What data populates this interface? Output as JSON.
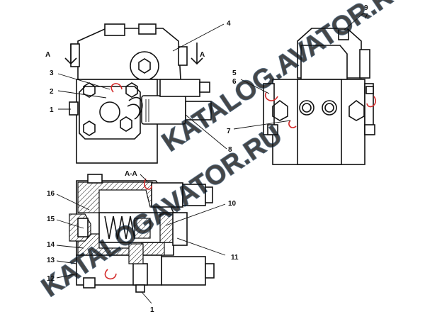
{
  "title": "",
  "section": {
    "label": "A-A",
    "left_marker": "A",
    "right_marker": "A"
  },
  "callouts": {
    "c1_top": "1",
    "c2": "2",
    "c3": "3",
    "c4": "4",
    "c5": "5",
    "c6": "6",
    "c7_side": "7",
    "c7_top": "7",
    "c8": "8",
    "c9": "9",
    "c10": "10",
    "c11": "11",
    "c12": "12",
    "c13": "13",
    "c14": "14",
    "c15": "15",
    "c16": "16",
    "c1_bottom": "1"
  },
  "watermark": {
    "text_upper": "KATALOG.AVATOR.RU",
    "text_lower": "KATALOGAVATOR.RU"
  },
  "colors": {
    "line": "#111111",
    "watermark": "#1f4e7a",
    "red_wire": "#d42a2a",
    "background": "#ffffff"
  }
}
